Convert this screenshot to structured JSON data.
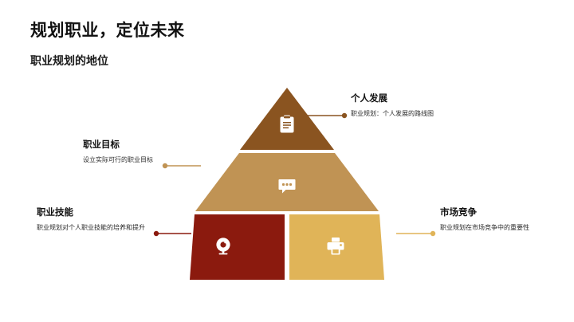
{
  "header": {
    "title": "规划职业，定位未来",
    "subtitle": "职业规划的地位"
  },
  "diagram": {
    "type": "pyramid",
    "tiers": [
      {
        "id": "personal-development",
        "level": 1,
        "position": "top",
        "color": "#8A5420",
        "icon": "clipboard-icon",
        "callout_side": "right",
        "title": "个人发展",
        "description": "职业规划：个人发展的路线图",
        "connector_color": "#8A5420"
      },
      {
        "id": "career-goal",
        "level": 2,
        "position": "middle",
        "color": "#C09354",
        "icon": "chat-bubble-icon",
        "callout_side": "left",
        "title": "职业目标",
        "description": "设立实际可行的职业目标",
        "connector_color": "#C09354"
      },
      {
        "id": "career-skill",
        "level": 3,
        "position": "bottom-left",
        "color": "#8B1A0E",
        "icon": "webcam-icon",
        "callout_side": "left",
        "title": "职业技能",
        "description": "职业规划对个人职业技能的培养和提升",
        "connector_color": "#8B1A0E"
      },
      {
        "id": "market-competition",
        "level": 4,
        "position": "bottom-right",
        "color": "#E0B458",
        "icon": "printer-icon",
        "callout_side": "right",
        "title": "市场竞争",
        "description": "职业规划在市场竞争中的重要性",
        "connector_color": "#E0B458"
      }
    ]
  },
  "colors": {
    "background": "#FFFFFF",
    "title_text": "#121212",
    "body_text": "#2B2B2B",
    "tier_top": "#8A5420",
    "tier_middle": "#C09354",
    "tier_bottom_left": "#8B1A0E",
    "tier_bottom_right": "#E0B458",
    "icon_fill": "#FFFFFF"
  }
}
